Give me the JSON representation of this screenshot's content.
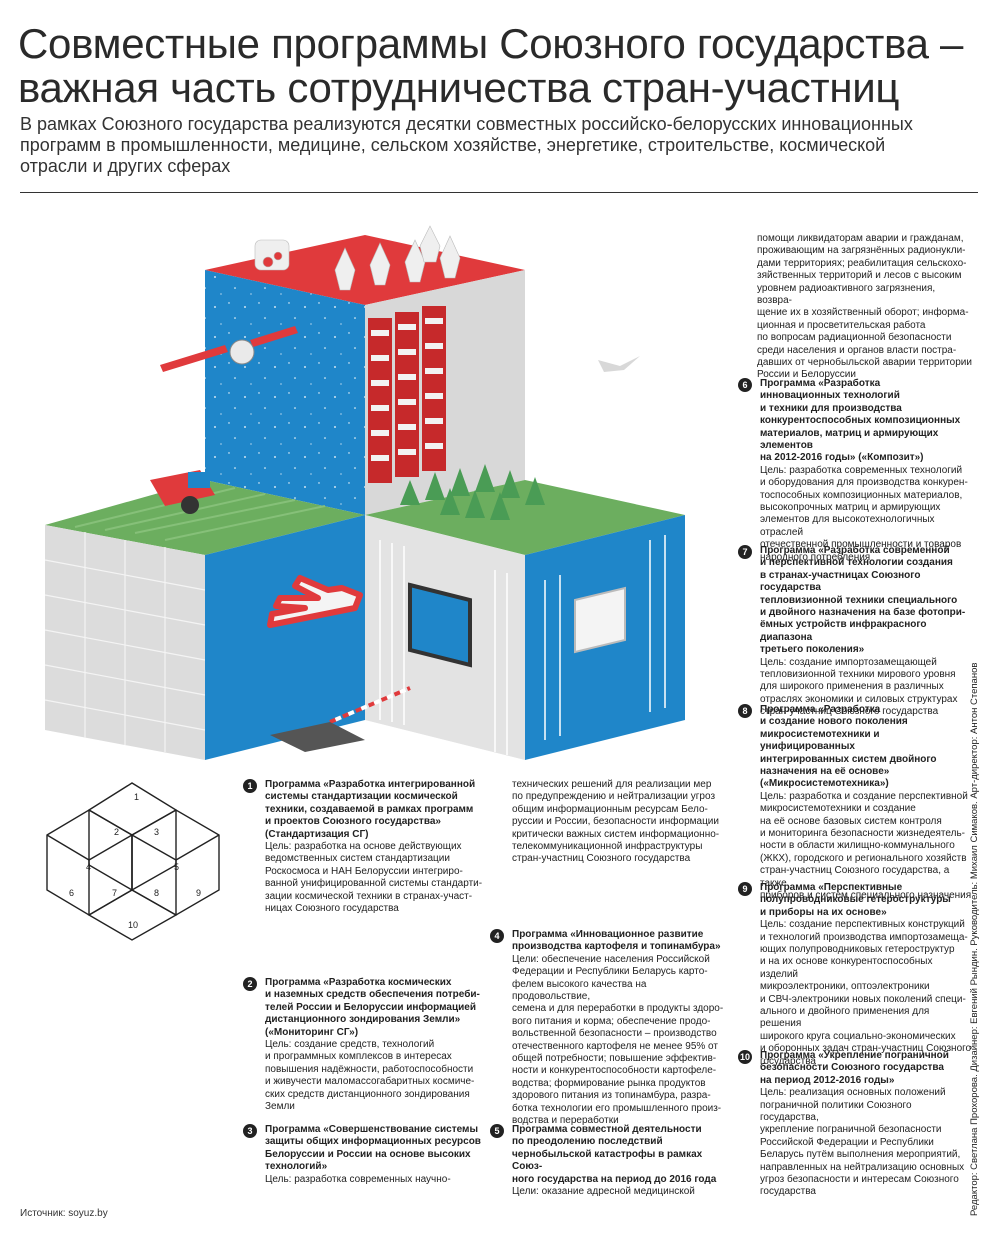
{
  "header": {
    "title": "Совместные программы Союзного государства – важная часть сотрудничества стран-участниц",
    "subtitle": "В рамках Союзного государства реализуются десятки совместных российско-белорусских инновационных программ в промышленности, медицине, сельском хозяйстве, энергетике, строительстве, космической отрасли и других сферах"
  },
  "key_numbers": [
    "1",
    "2",
    "3",
    "4",
    "5",
    "6",
    "7",
    "8",
    "9",
    "10"
  ],
  "continuation_top": "помощи ликвидаторам аварии и гражданам,\nпроживающим на загрязнённых радионукли-\nдами территориях; реабилитация сельскохо-\nзяйственных территорий и лесов с высоким\nуровнем радиоактивного загрязнения, возвра-\nщение их в хозяйственный оборот; информа-\nционная и просветительская работа\nпо вопросам радиационной безопасности\nсреди населения и органов власти постра-\nдавших от чернобыльской аварии территории\nРоссии и Белоруссии",
  "continuation_mid": "технических решений для реализации мер\nпо предупреждению и нейтрализации угроз\nобщим информационным ресурсам Бело-\nруссии и России, безопасности информации\nкритически важных систем информационно-\nтелекоммуникационной инфраструктуры\nстран-участниц Союзного государства",
  "programs": [
    {
      "num": "1",
      "title": "Программа «Разработка интегрированной\nсистемы стандартизации космической\nтехники, создаваемой в рамках программ\nи проектов Союзного государства»\n(Стандартизация СГ)",
      "body": "Цель: разработка на основе действующих\nведомственных систем стандартизации\nРоскосмоса и НАН Белоруссии интегриро-\nванной унифицированной системы стандарти-\nзации космической техники в странах-участ-\nницах Союзного государства"
    },
    {
      "num": "2",
      "title": "Программа «Разработка космических\nи наземных средств обеспечения потреби-\nтелей России и Белоруссии информацией\nдистанционного зондирования Земли»\n(«Мониторинг СГ»)",
      "body": "Цель: создание средств, технологий\nи программных комплексов в интересах\nповышения надёжности, работоспособности\nи живучести маломассогабаритных космиче-\nских средств дистанционного зондирования\nЗемли"
    },
    {
      "num": "3",
      "title": "Программа «Совершенствование системы\nзащиты общих информационных ресурсов\nБелоруссии и России на основе высоких\nтехнологий»",
      "body": "Цель: разработка современных научно-"
    },
    {
      "num": "4",
      "title": "Программа «Инновационное развитие\nпроизводства картофеля и топинамбура»",
      "body": "Цели: обеспечение населения Российской\nФедерации и Республики Беларусь карто-\nфелем высокого качества на продовольствие,\nсемена и для переработки в продукты здоро-\nвого питания и корма; обеспечение продо-\nвольственной безопасности – производство\nотечественного картофеля не менее 95% от\nобщей потребности; повышение эффектив-\nности и конкурентоспособности картофеле-\nводства; формирование рынка продуктов\nздорового питания из топинамбура, разра-\nботка технологии его промышленного произ-\nводства и переработки"
    },
    {
      "num": "5",
      "title": "Программа совместной деятельности\nпо преодолению последствий\nчернобыльской катастрофы в рамках Союз-\nного государства на период до 2016 года",
      "body": "Цели: оказание адресной медицинской"
    },
    {
      "num": "6",
      "title": "Программа «Разработка\nинновационных технологий\nи техники для производства\nконкурентоспособных композиционных\nматериалов, матриц и армирующих элементов\nна 2012-2016 годы» («Композит»)",
      "body": "Цель: разработка современных технологий\nи оборудования для производства конкурен-\nтоспособных композиционных материалов,\nвысокопрочных матриц и армирующих\nэлементов для высокотехнологичных отраслей\nотечественной промышленности и товаров\nнародного потребления"
    },
    {
      "num": "7",
      "title": "Программа «Разработка современной\nи перспективной технологии создания\nв странах-участницах Союзного государства\nтепловизионной техники специального\nи двойного назначения на базе фотопри-\nёмных устройств инфракрасного диапазона\nтретьего поколения»",
      "body": "Цель: создание импортозамещающей\nтепловизионной техники мирового уровня\nдля широкого применения в различных\nотраслях экономики и силовых структурах\nстран-участниц Союзного государства"
    },
    {
      "num": "8",
      "title": "Программа «Разработка\nи создание нового поколения\nмикросистемотехники и унифицированных\nинтегрированных систем двойного\nназначения на её основе»\n(«Микросистемотехника»)",
      "body": "Цель: разработка и создание перспективной\nмикросистемотехники и создание\nна её основе базовых систем контроля\nи мониторинга безопасности жизнедеятель-\nности в области жилищно-коммунального\n(ЖКХ), городского и регионального хозяйств\nстран-участниц Союзного государства, а также\nприборов и систем специального назначения"
    },
    {
      "num": "9",
      "title": "Программа «Перспективные\nполупроводниковые гетероструктуры\nи приборы на их основе»",
      "body": "Цель: создание перспективных конструкций\nи технологий производства импортозамеща-\nющих полупроводниковых гетероструктур\nи на их основе конкурентоспособных изделий\nмикроэлектроники, оптоэлектроники\nи СВЧ-электроники новых поколений специ-\nального и двойного применения для решения\nширокого круга социально-экономических\nи оборонных задач стран-участниц Союзного\nгосударства"
    },
    {
      "num": "10",
      "title": "Программа «Укрепление пограничной\nбезопасности Союзного государства\nна период 2012-2016 годы»",
      "body": "Цель: реализация основных положений\nпограничной политики Союзного государства,\nукрепление пограничной безопасности\nРоссийской Федерации и Республики\nБеларусь путём выполнения мероприятий,\nнаправленных на нейтрализацию основных\nугроз безопасности и интересам Союзного\nгосударства"
    }
  ],
  "footer": {
    "source": "Источник: soyuz.by",
    "credits": "Редактор: Светлана Прохорова. Дизайнер: Евгений Рындин. Руководитель: Михаил Симаков. Арт-директор: Антон Степанов"
  },
  "colors": {
    "red": "#e03a3c",
    "blue": "#1f86c9",
    "green": "#6cae5f",
    "gray": "#c9c9c9",
    "dark": "#222222"
  }
}
